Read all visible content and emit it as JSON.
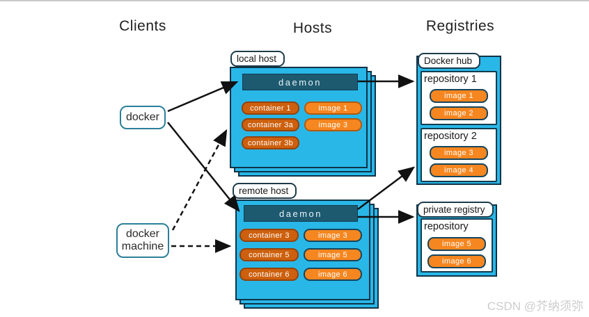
{
  "headers": {
    "clients": "Clients",
    "hosts": "Hosts",
    "registries": "Registries"
  },
  "clients": {
    "docker": "docker",
    "docker_machine": "docker machine"
  },
  "hosts": [
    {
      "tag": "local host",
      "daemon": "daemon",
      "containers": [
        "container 1",
        "container 3a",
        "container 3b"
      ],
      "images": [
        "image 1",
        "image 3"
      ]
    },
    {
      "tag": "remote host",
      "daemon": "daemon",
      "containers": [
        "container 3",
        "container 5",
        "container 6"
      ],
      "images": [
        "image 3",
        "image 5",
        "image 6"
      ]
    }
  ],
  "registries": [
    {
      "tag": "Docker hub",
      "repositories": [
        {
          "label": "repository 1",
          "images": [
            "image 1",
            "image 2"
          ]
        },
        {
          "label": "repository 2",
          "images": [
            "image 3",
            "image 4"
          ]
        }
      ]
    },
    {
      "tag": "private registry",
      "repositories": [
        {
          "label": "repository",
          "images": [
            "image 5",
            "image 6"
          ]
        }
      ]
    }
  ],
  "watermark": "CSDN @芥纳须弥",
  "colors": {
    "host_fill": "#29b7e8",
    "box_border": "#0f3347",
    "daemon_fill": "#1d5a70",
    "container_fill": "#cd600e",
    "image_fill": "#f6861f",
    "client_border": "#2b7f99",
    "watermark_gray": "#cccccc"
  }
}
